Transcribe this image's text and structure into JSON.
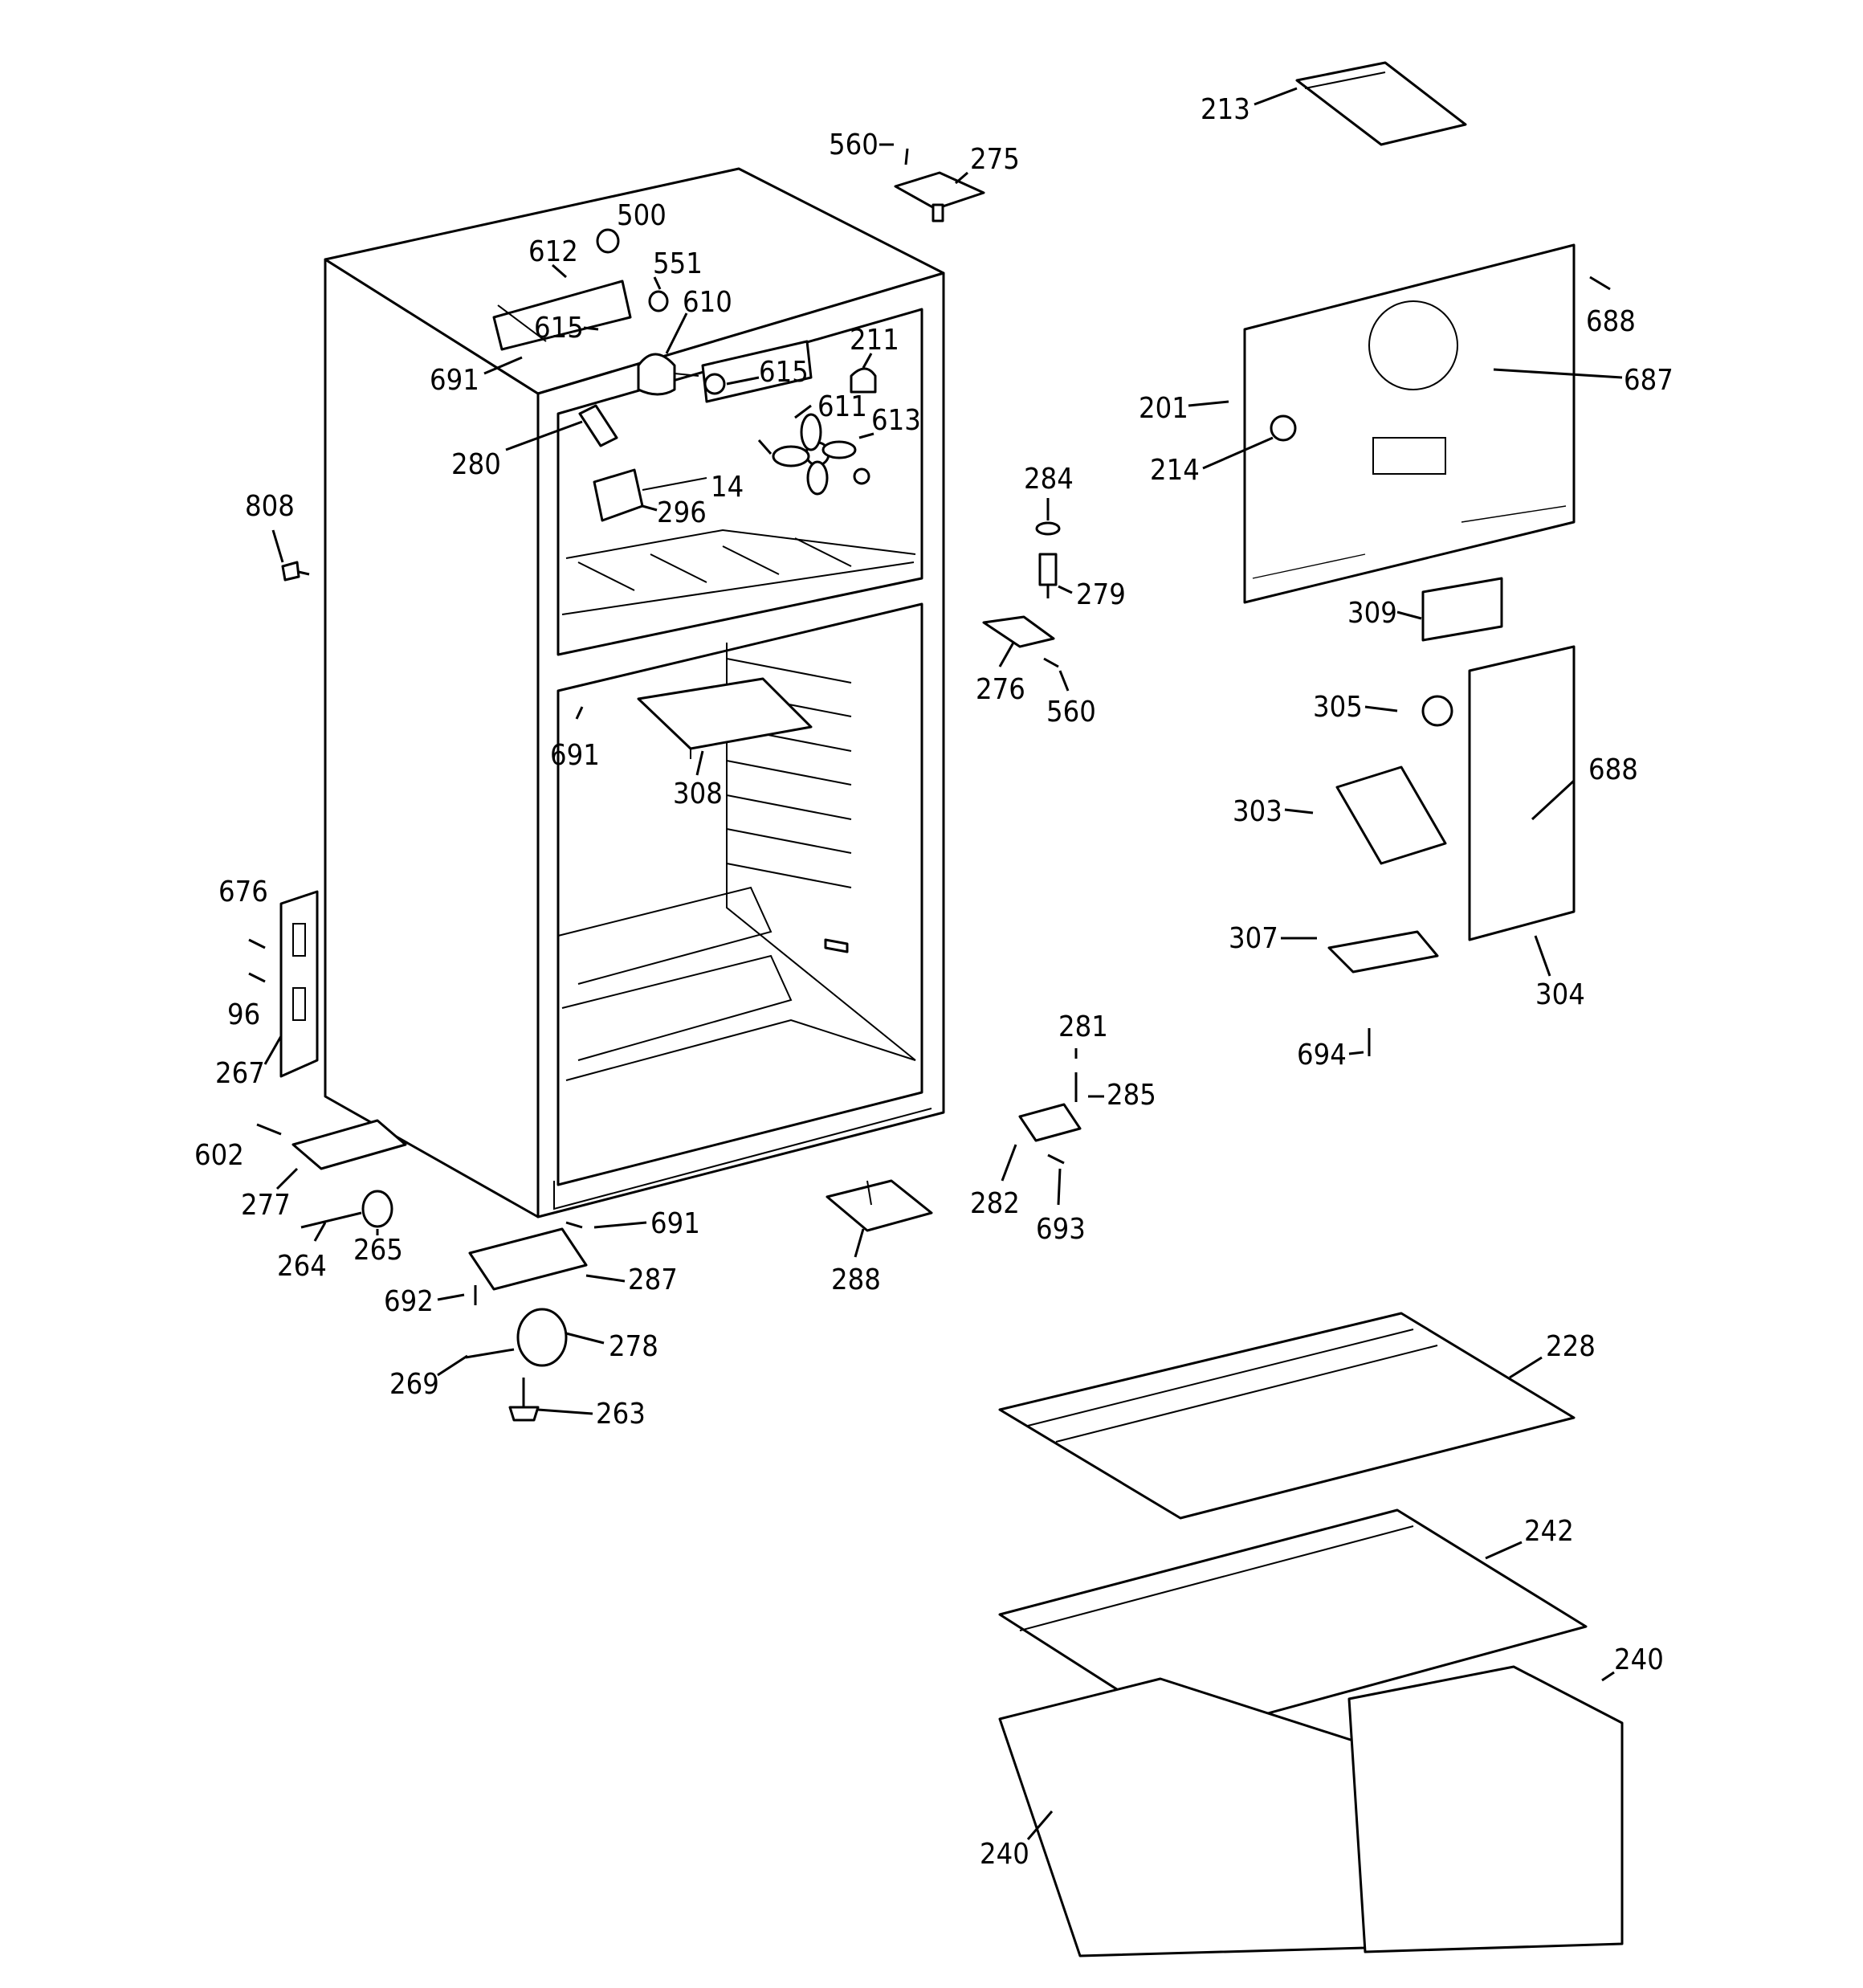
{
  "diagram": {
    "callouts": [
      {
        "id": "c213",
        "label": "213"
      },
      {
        "id": "c560a",
        "label": "560"
      },
      {
        "id": "c275",
        "label": "275"
      },
      {
        "id": "c500",
        "label": "500"
      },
      {
        "id": "c612",
        "label": "612"
      },
      {
        "id": "c551",
        "label": "551"
      },
      {
        "id": "c610",
        "label": "610"
      },
      {
        "id": "c615a",
        "label": "615"
      },
      {
        "id": "c691a",
        "label": "691"
      },
      {
        "id": "c211",
        "label": "211"
      },
      {
        "id": "c615b",
        "label": "615"
      },
      {
        "id": "c611",
        "label": "611"
      },
      {
        "id": "c613",
        "label": "613"
      },
      {
        "id": "c280",
        "label": "280"
      },
      {
        "id": "c14",
        "label": "14"
      },
      {
        "id": "c296",
        "label": "296"
      },
      {
        "id": "c808",
        "label": "808"
      },
      {
        "id": "c688a",
        "label": "688"
      },
      {
        "id": "c687",
        "label": "687"
      },
      {
        "id": "c201",
        "label": "201"
      },
      {
        "id": "c214",
        "label": "214"
      },
      {
        "id": "c284",
        "label": "284"
      },
      {
        "id": "c279",
        "label": "279"
      },
      {
        "id": "c276",
        "label": "276"
      },
      {
        "id": "c560b",
        "label": "560"
      },
      {
        "id": "c309",
        "label": "309"
      },
      {
        "id": "c305",
        "label": "305"
      },
      {
        "id": "c691b",
        "label": "691"
      },
      {
        "id": "c308",
        "label": "308"
      },
      {
        "id": "c688b",
        "label": "688"
      },
      {
        "id": "c303",
        "label": "303"
      },
      {
        "id": "c307",
        "label": "307"
      },
      {
        "id": "c304",
        "label": "304"
      },
      {
        "id": "c694",
        "label": "694"
      },
      {
        "id": "c676",
        "label": "676"
      },
      {
        "id": "c96",
        "label": "96"
      },
      {
        "id": "c267",
        "label": "267"
      },
      {
        "id": "c281",
        "label": "281"
      },
      {
        "id": "c285",
        "label": "285"
      },
      {
        "id": "c282",
        "label": "282"
      },
      {
        "id": "c693",
        "label": "693"
      },
      {
        "id": "c602",
        "label": "602"
      },
      {
        "id": "c277",
        "label": "277"
      },
      {
        "id": "c691c",
        "label": "691"
      },
      {
        "id": "c265",
        "label": "265"
      },
      {
        "id": "c264",
        "label": "264"
      },
      {
        "id": "c287",
        "label": "287"
      },
      {
        "id": "c288",
        "label": "288"
      },
      {
        "id": "c692",
        "label": "692"
      },
      {
        "id": "c278",
        "label": "278"
      },
      {
        "id": "c269",
        "label": "269"
      },
      {
        "id": "c263",
        "label": "263"
      },
      {
        "id": "c228",
        "label": "228"
      },
      {
        "id": "c242",
        "label": "242"
      },
      {
        "id": "c240a",
        "label": "240"
      },
      {
        "id": "c240b",
        "label": "240"
      }
    ]
  }
}
